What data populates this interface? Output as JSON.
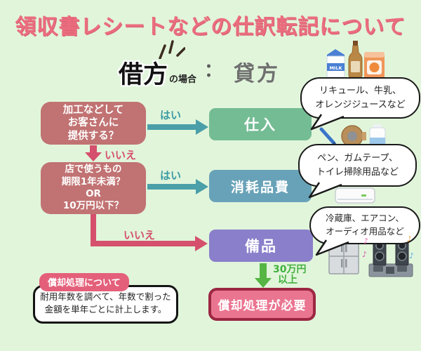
{
  "title": "領収書レシートなどの仕訳転記について",
  "header": {
    "debit_label": "借方",
    "debit_suffix": "の場合",
    "separator": "：",
    "credit_label": "貸方"
  },
  "flowchart": {
    "questions": [
      {
        "lines": [
          "加工などして",
          "お客さんに",
          "提供する？"
        ]
      },
      {
        "lines": [
          "店で使うもの",
          "期限1年未満？",
          "OR",
          "10万円以下？"
        ]
      }
    ],
    "results": [
      {
        "label": "仕入"
      },
      {
        "label": "消耗品費"
      },
      {
        "label": "備品"
      },
      {
        "label": "償却処理が必要"
      }
    ],
    "edges": {
      "yes1": "はい",
      "no1": "いいえ",
      "yes2": "はい",
      "no2": "いいえ",
      "threshold_line1": "30万円",
      "threshold_line2": "以上"
    }
  },
  "bubbles": [
    {
      "lines": [
        "リキュール、牛乳、",
        "オレンジジュースなど"
      ],
      "icons": [
        "milk",
        "liquor-bottle",
        "orange-juice"
      ]
    },
    {
      "lines": [
        "ペン、ガムテープ、",
        "トイレ掃除用品など"
      ],
      "icons": [
        "pen",
        "gum-tape",
        "toilet-cleaner"
      ]
    },
    {
      "lines": [
        "冷蔵庫、エアコン、",
        "オーディオ用品など"
      ],
      "icons": [
        "air-conditioner",
        "refrigerator",
        "audio-speakers"
      ]
    }
  ],
  "note": {
    "tag": "償却処理について",
    "lines": [
      "耐用年数を調べて、年数で割った",
      "金額を単年ごとに計上します。"
    ]
  },
  "musical_notes": [
    "♪",
    "♪",
    "♪",
    "♪"
  ],
  "milk_label": "MILK",
  "colors": {
    "background": "#e1f5db",
    "title_pink": "#ea6d7e",
    "question_box": "#c17272",
    "purchases_green": "#74bc94",
    "supplies_blue": "#68a2b8",
    "equipment_purple": "#8a7fca",
    "depreciation_fill": "#ea7591",
    "depreciation_border": "#9c2742",
    "yes_teal": "#3a9aa3",
    "no_crimson": "#d5506c",
    "threshold_green": "#42b03e",
    "note_tag_pink": "#e4607a"
  }
}
